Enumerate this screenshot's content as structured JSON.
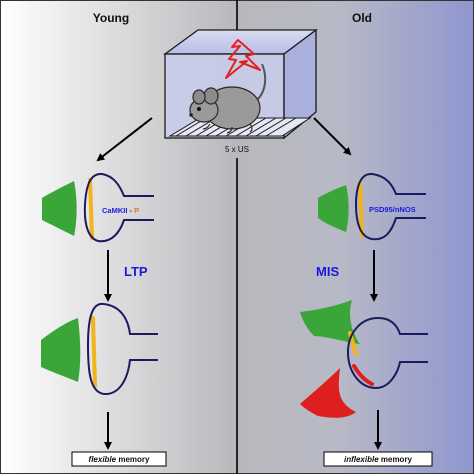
{
  "panels": {
    "left_title": "Young",
    "right_title": "Old"
  },
  "stimulus": {
    "label": "5 x US"
  },
  "young": {
    "marker_prefix": "CaMKII - ",
    "marker_suffix": "P",
    "process": "LTP",
    "memory_emph": "flexible",
    "memory_rest": " memory"
  },
  "old": {
    "marker": "PSD95/nNOS",
    "process": "MIS",
    "memory_emph": "inflexible",
    "memory_rest": " memory"
  },
  "colors": {
    "process_text": "#1a1adb",
    "presynapse_green": "#3aa63a",
    "presynapse_red": "#dd1f1f",
    "psd_yellow": "#f2b418",
    "phospho_orange": "#e8791e",
    "outline_navy": "#1b1b5e",
    "bg_left": "#d7d7d7",
    "bg_right": "#a9afd0"
  }
}
